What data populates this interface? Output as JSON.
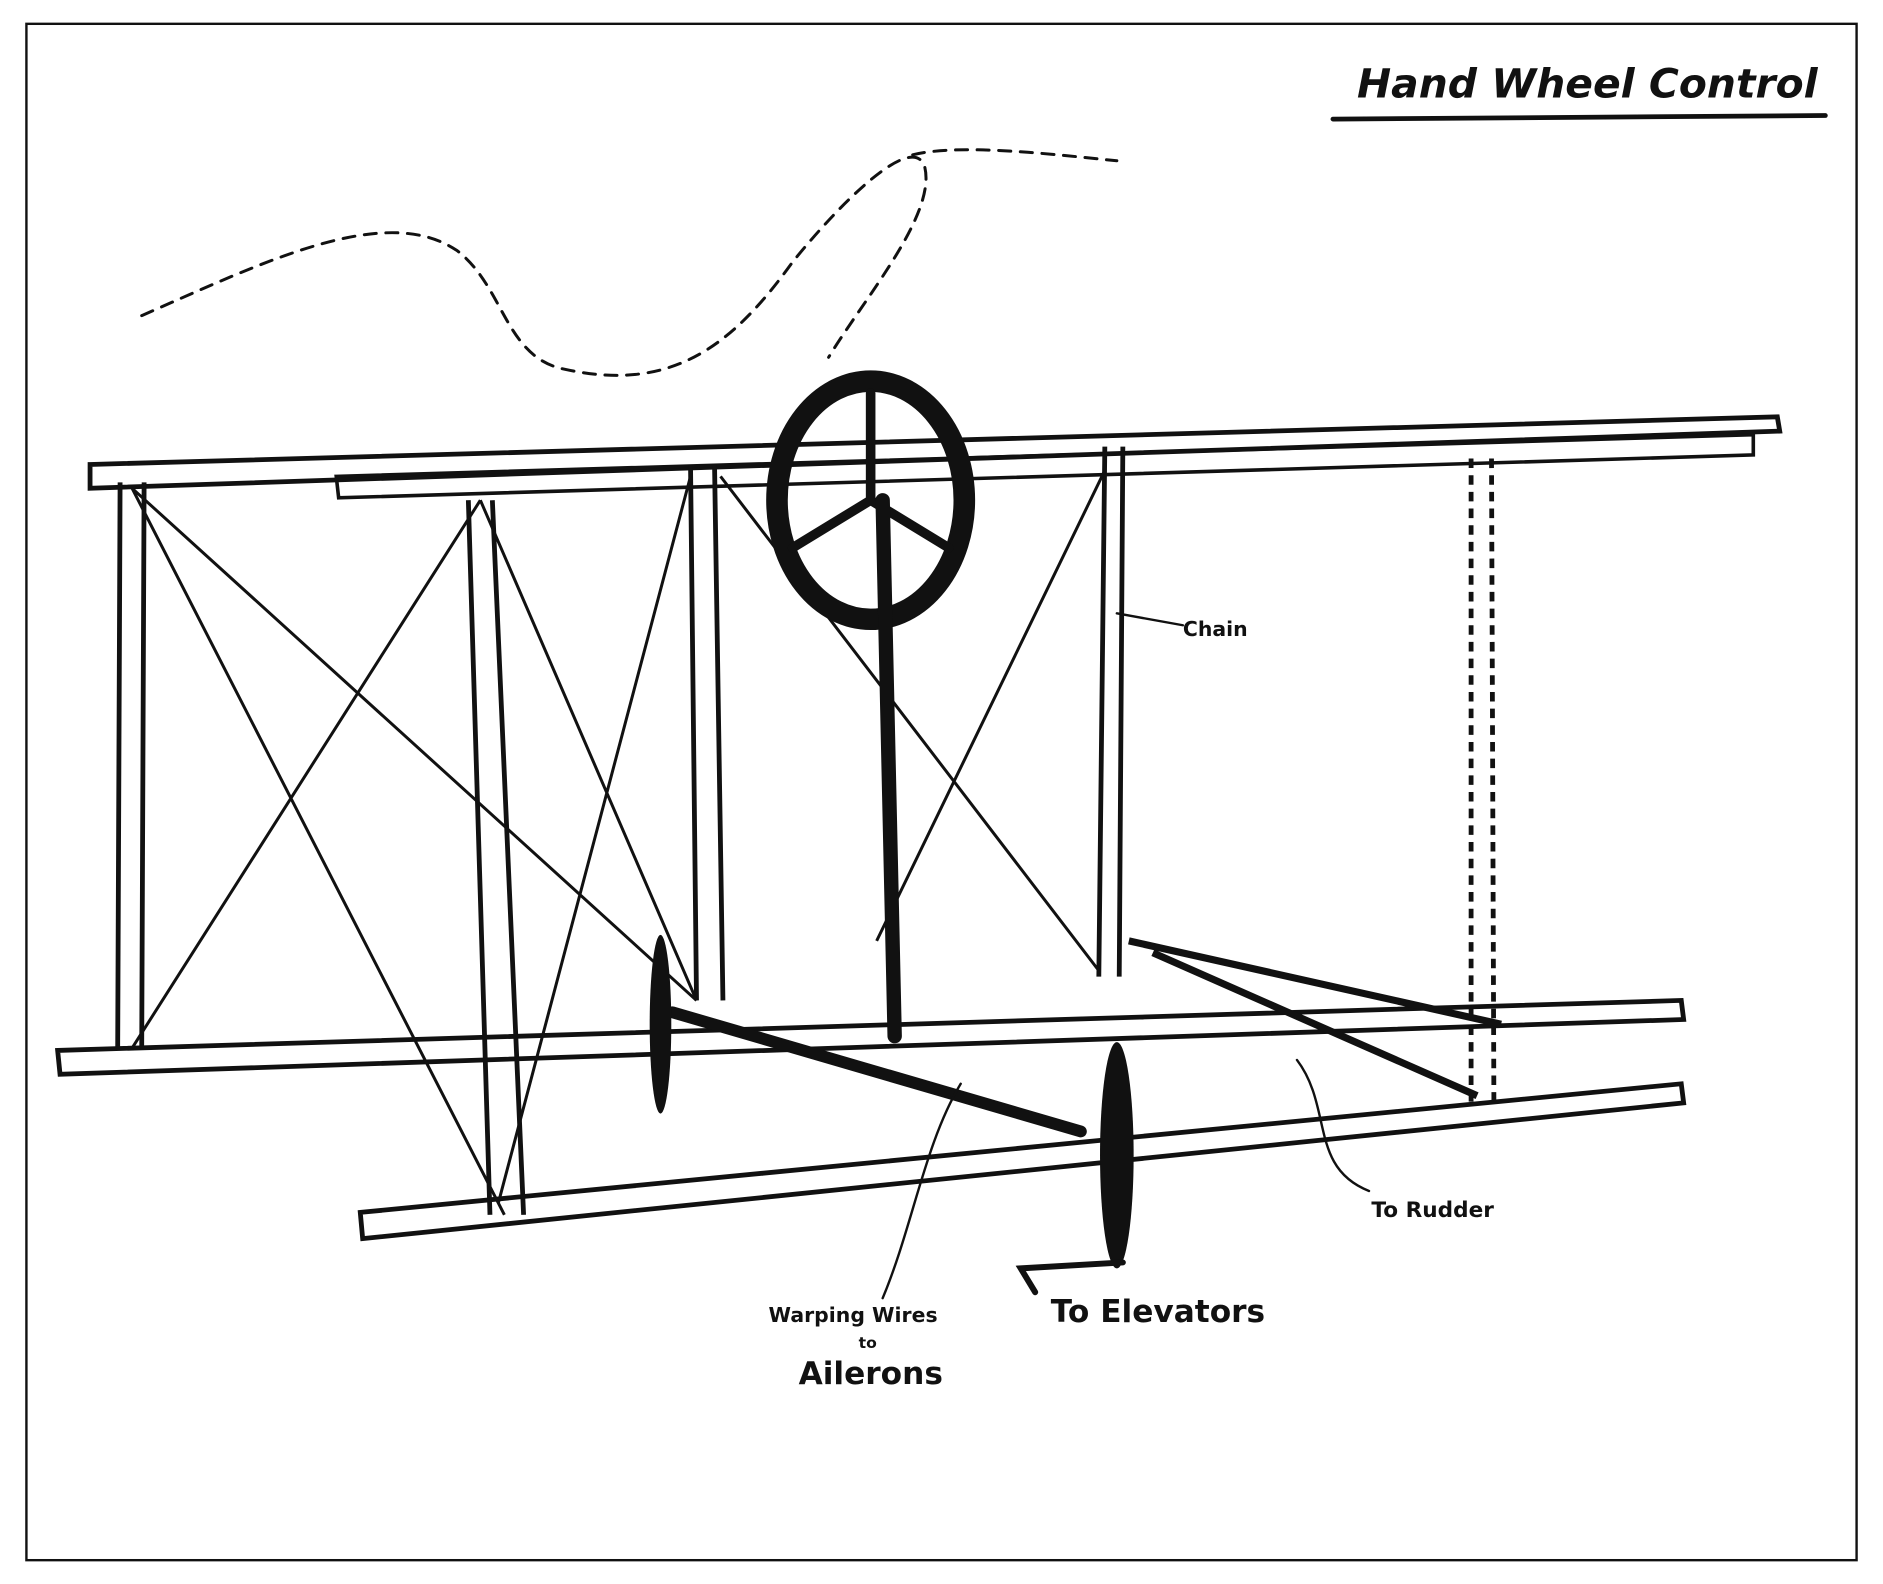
{
  "title": "Hand Wheel Control",
  "labels": {
    "chain": "Chain",
    "warping_line1": "Warping Wires",
    "warping_line2": "to",
    "warping_line3": "Ailerons",
    "elevators": "To Elevators",
    "rudder": "To Rudder"
  },
  "colors": {
    "ink": "#111111",
    "paper": "#ffffff"
  }
}
